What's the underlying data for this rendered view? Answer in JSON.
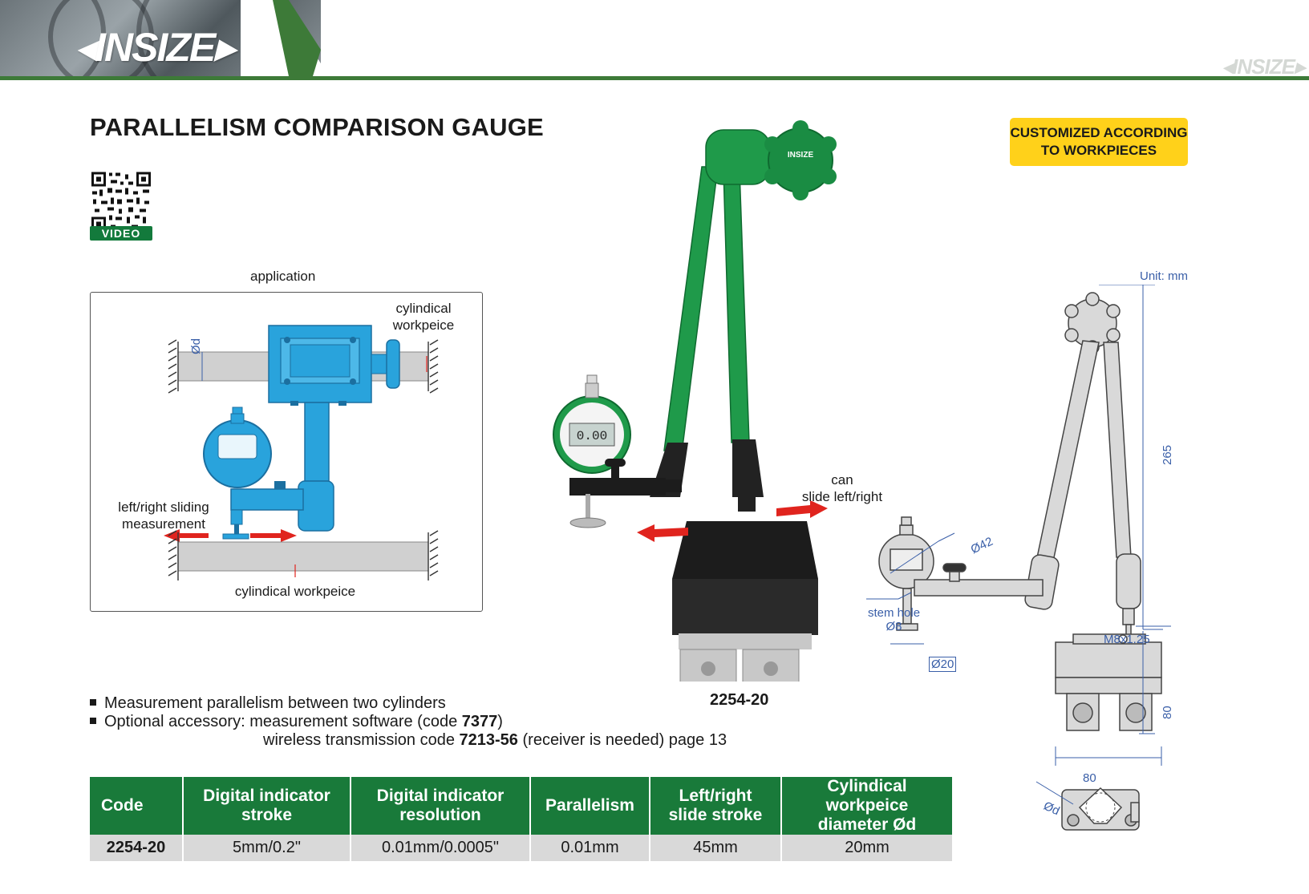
{
  "header": {
    "logo_text": "INSIZE",
    "corner_logo_text": "INSIZE"
  },
  "title": "PARALLELISM COMPARISON GAUGE",
  "qr_label": "VIDEO",
  "badge": {
    "line1": "CUSTOMIZED ACCORDING",
    "line2": "TO WORKPIECES"
  },
  "application": {
    "title": "application",
    "label_top_line1": "cylindical",
    "label_top_line2": "workpeice",
    "label_left_line1": "left/right sliding",
    "label_left_line2": "measurement",
    "label_bottom": "cylindical workpeice",
    "dim_d": "Ød"
  },
  "photo": {
    "slide_label_line1": "can",
    "slide_label_line2": "slide left/right",
    "model_code": "2254-20",
    "engraving": "INSIZE",
    "display_value": "0.00"
  },
  "drawing": {
    "unit": "Unit: mm",
    "dim_265": "265",
    "dim_80_vertical": "80",
    "dim_80_horizontal": "80",
    "dim_42": "Ø42",
    "stem_hole_line1": "stem hole",
    "stem_hole_line2": "Ø8",
    "dim_20": "Ø20",
    "thread": "M8x1.25",
    "dim_d": "Ød"
  },
  "bullets": {
    "item1": "Measurement parallelism between two cylinders",
    "item2_prefix": "Optional accessory: measurement software (code ",
    "item2_code": "7377",
    "item2_suffix": ")",
    "item3_prefix": "wireless transmission code ",
    "item3_code": "7213-56",
    "item3_suffix": " (receiver is needed) page 13"
  },
  "table": {
    "headers": {
      "h1": "Code",
      "h2_line1": "Digital indicator",
      "h2_line2": "stroke",
      "h3_line1": "Digital indicator",
      "h3_line2": "resolution",
      "h4": "Parallelism",
      "h5_line1": "Left/right",
      "h5_line2": "slide stroke",
      "h6_line1": "Cylindical workpeice",
      "h6_line2": "diameter Ød"
    },
    "rows": [
      {
        "code": "2254-20",
        "stroke": "5mm/0.2\"",
        "resolution": "0.01mm/0.0005\"",
        "parallelism": "0.01mm",
        "slide": "45mm",
        "diameter": "20mm"
      }
    ]
  },
  "colors": {
    "brand_green": "#197a3a",
    "header_line": "#3d7a38",
    "badge_yellow": "#ffd11a",
    "dimension_blue": "#3a5fa8",
    "product_green": "#1f9a4a",
    "diagram_blue": "#29a3dc"
  }
}
